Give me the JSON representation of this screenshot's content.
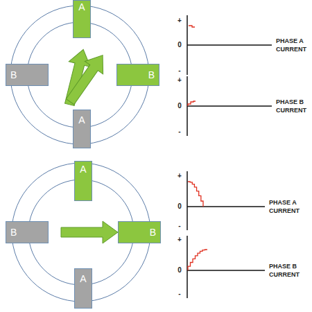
{
  "diagram": {
    "nodes": [
      {
        "text": [
          "A"
        ]
      },
      {
        "text": [
          "B"
        ]
      },
      {
        "text": [
          "B"
        ]
      },
      {
        "text": [
          "A"
        ]
      },
      {
        "text": [
          "A"
        ]
      },
      {
        "text": [
          "B"
        ]
      },
      {
        "text": [
          "B"
        ]
      },
      {
        "text": [
          "A"
        ]
      }
    ],
    "labels": [
      "+",
      "0",
      "-",
      "PHASE A CURRENT",
      "+",
      "0",
      "-",
      "PHASE B CURRENT",
      "+",
      "0",
      "-",
      "PHASE A CURRENT",
      "+",
      "0",
      "-",
      "PHASE B CURRENT"
    ]
  }
}
